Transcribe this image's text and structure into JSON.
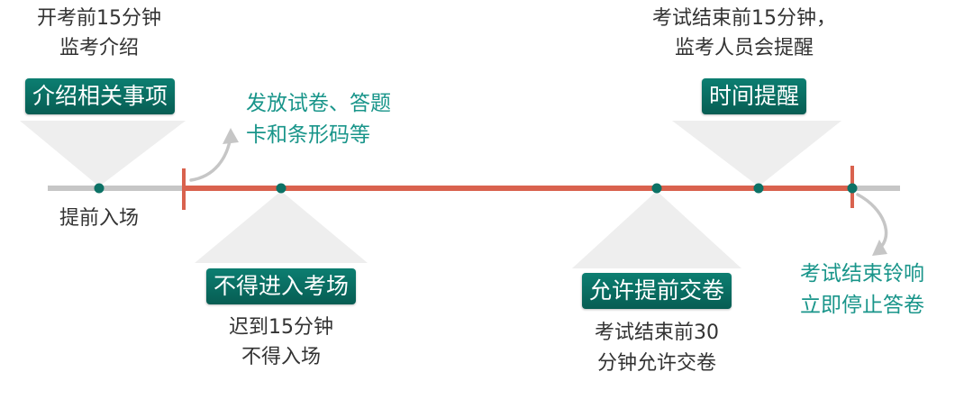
{
  "colors": {
    "accent_teal": "#0d7266",
    "teal_text": "#19958a",
    "timeline_gray": "#c6c6c6",
    "timeline_red": "#d9624e",
    "callout_gray": "#eeeeee"
  },
  "events": {
    "intro": {
      "caption_line1": "开考前15分钟",
      "caption_line2": "监考介绍",
      "label": "介绍相关事项"
    },
    "enter": {
      "caption": "提前入场"
    },
    "distribute": {
      "line1": "发放试卷、答题",
      "line2": "卡和条形码等"
    },
    "late": {
      "label": "不得进入考场",
      "caption_line1": "迟到15分钟",
      "caption_line2": "不得入场"
    },
    "early_submit": {
      "label": "允许提前交卷",
      "caption_line1": "考试结束前30",
      "caption_line2": "分钟允许交卷"
    },
    "reminder": {
      "caption_line1": "考试结束前15分钟，",
      "caption_line2": "监考人员会提醒",
      "label": "时间提醒"
    },
    "end": {
      "line1": "考试结束铃响",
      "line2": "立即停止答卷"
    }
  }
}
